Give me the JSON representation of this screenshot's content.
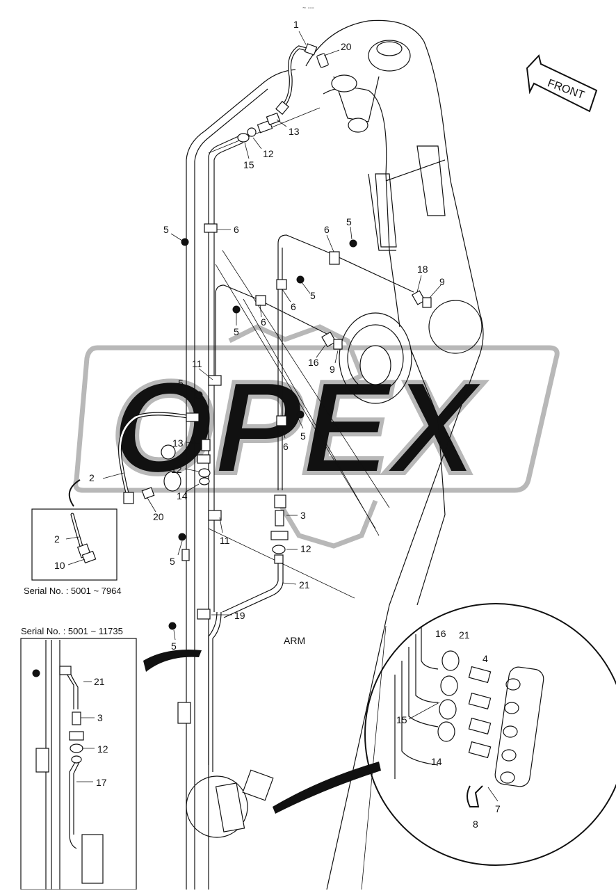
{
  "diagram": {
    "front_label": "FRONT",
    "arm_label": "ARM",
    "watermark": "OPEX",
    "top_mark": "~ ---",
    "callouts": {
      "c1": "1",
      "c20a": "20",
      "c13a": "13",
      "c12a": "12",
      "c15": "15",
      "c5a": "5",
      "c6a": "6",
      "c6b": "6",
      "c5b": "5",
      "c18": "18",
      "c9a": "9",
      "c5c": "5",
      "c6c": "6",
      "c5d": "5",
      "c6d": "6",
      "c16a": "16",
      "c9b": "9",
      "c11a": "11",
      "c5e": "5",
      "c13b": "13",
      "c12b": "12",
      "c2a": "2",
      "c14a": "14",
      "c20b": "20",
      "c5f": "5",
      "c6e": "6",
      "c3a": "3",
      "c12c": "12",
      "c11b": "11",
      "c5g": "5",
      "c21a": "21",
      "c19": "19",
      "c5h": "5",
      "i1_2": "2",
      "i1_10": "10",
      "i2_21": "21",
      "i2_3": "3",
      "i2_12": "12",
      "i2_17": "17",
      "d_16": "16",
      "d_21": "21",
      "d_4": "4",
      "d_15": "15",
      "d_14": "14",
      "d_7": "7",
      "d_8": "8"
    },
    "inset1_serial": "Serial No. : 5001 ~ 7964",
    "inset2_serial": "Serial No. : 5001 ~ 11735"
  }
}
